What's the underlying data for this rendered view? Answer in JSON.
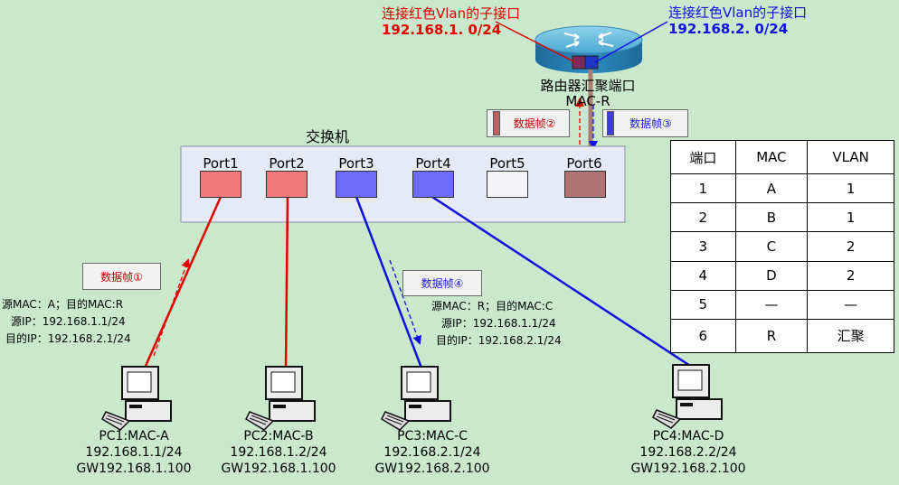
{
  "header": {
    "red_subif_label": "连接红色Vlan的子接口",
    "red_subif_net": "192.168.1. 0/24",
    "blue_subif_label": "连接红色Vlan的子接口",
    "blue_subif_net": "192.168.2. 0/24",
    "router_port_label": "路由器汇聚端口",
    "router_mac": "MAC-R"
  },
  "switch": {
    "title": "交换机",
    "ports": [
      {
        "label": "Port1",
        "color": "#f07878"
      },
      {
        "label": "Port2",
        "color": "#f07878"
      },
      {
        "label": "Port3",
        "color": "#6c6cf6"
      },
      {
        "label": "Port4",
        "color": "#6c6cf6"
      },
      {
        "label": "Port5",
        "color": "#f4f4f8"
      },
      {
        "label": "Port6",
        "color": "#b07474"
      }
    ]
  },
  "frames": {
    "frame1": "数据帧①",
    "frame2": "数据帧②",
    "frame3": "数据帧③",
    "frame4": "数据帧④"
  },
  "frame1_info": {
    "src_mac": "源MAC：A；目的MAC:R",
    "src_ip": "源IP：192.168.1.1/24",
    "dst_ip": "目的IP：192.168.2.1/24"
  },
  "frame4_info": {
    "src_mac": "源MAC：R；目的MAC:C",
    "src_ip": "源IP：192.168.1.1/24",
    "dst_ip": "目的IP：192.168.2.1/24"
  },
  "pcs": [
    {
      "name": "PC1:MAC-A",
      "ip": "192.168.1.1/24",
      "gw": "GW192.168.1.100"
    },
    {
      "name": "PC2:MAC-B",
      "ip": "192.168.1.2/24",
      "gw": "GW192.168.1.100"
    },
    {
      "name": "PC3:MAC-C",
      "ip": "192.168.2.1/24",
      "gw": "GW192.168.2.100"
    },
    {
      "name": "PC4:MAC-D",
      "ip": "192.168.2.2/24",
      "gw": "GW192.168.2.100"
    }
  ],
  "table": {
    "headers": [
      "端口",
      "MAC",
      "VLAN"
    ],
    "rows": [
      [
        "1",
        "A",
        "1"
      ],
      [
        "2",
        "B",
        "1"
      ],
      [
        "3",
        "C",
        "2"
      ],
      [
        "4",
        "D",
        "2"
      ],
      [
        "5",
        "—",
        "—"
      ],
      [
        "6",
        "R",
        "汇聚"
      ]
    ]
  },
  "colors": {
    "background": "#c9e8cc",
    "vlan1": "#e00000",
    "vlan2": "#1010e0",
    "trunk": "#a87c70"
  }
}
